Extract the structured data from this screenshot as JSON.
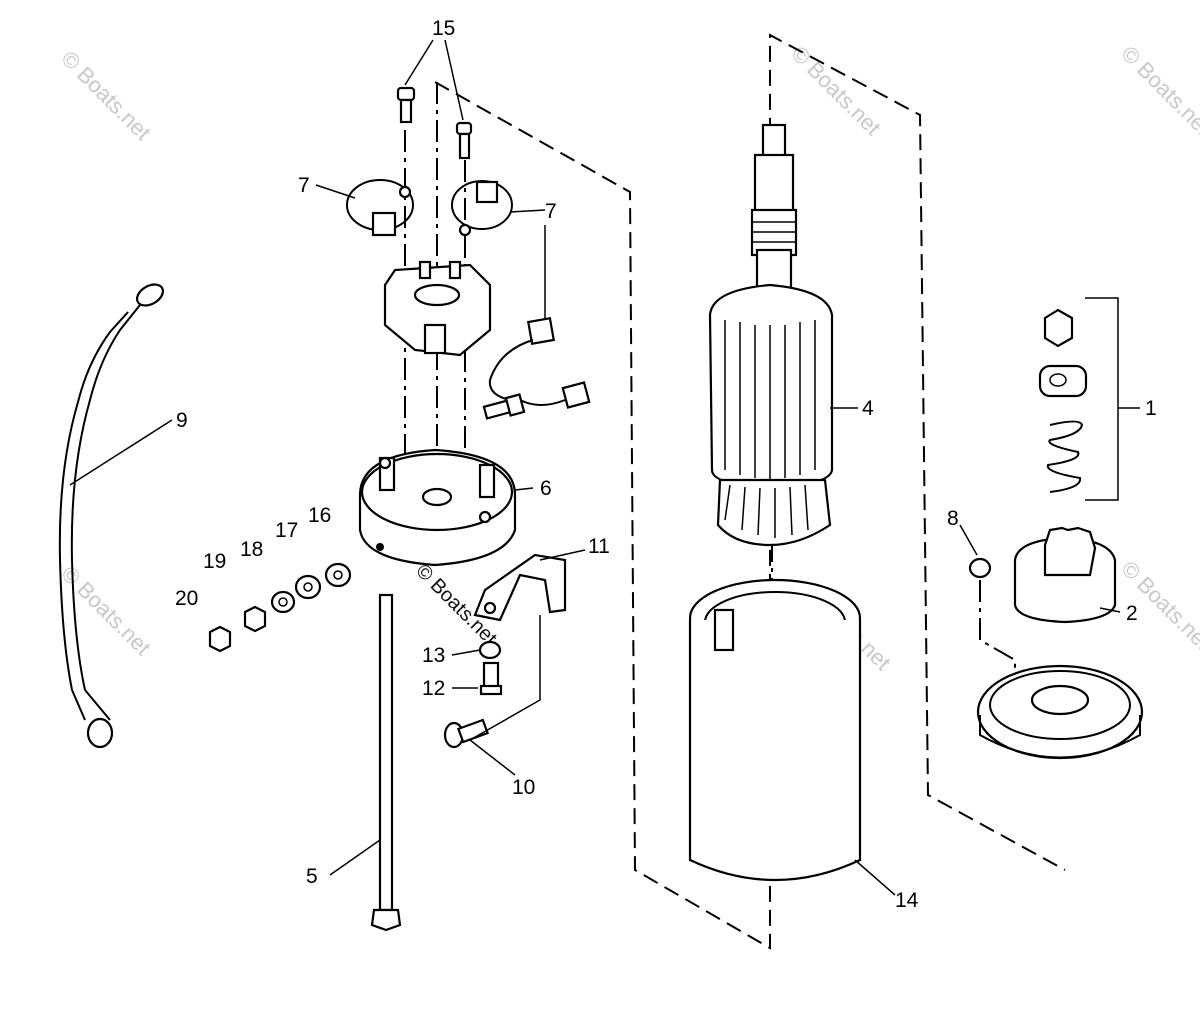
{
  "callouts": {
    "c1": "1",
    "c2": "2",
    "c4": "4",
    "c5": "5",
    "c6": "6",
    "c7a": "7",
    "c7b": "7",
    "c8": "8",
    "c9": "9",
    "c10": "10",
    "c11": "11",
    "c12": "12",
    "c13": "13",
    "c14": "14",
    "c15": "15",
    "c16": "16",
    "c17": "17",
    "c18": "18",
    "c19": "19",
    "c20": "20"
  },
  "watermark": {
    "text": "© Boats.net",
    "center": "© Boats.net"
  }
}
